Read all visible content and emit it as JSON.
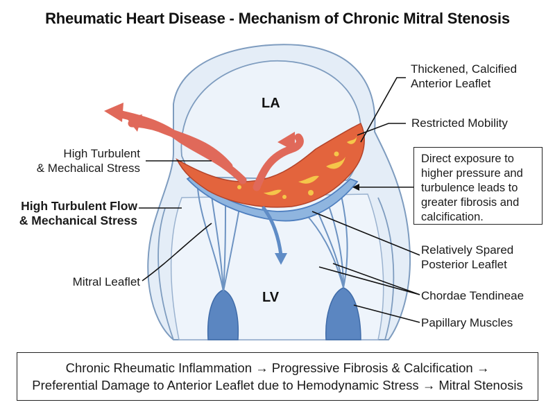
{
  "title": "Rheumatic Heart Disease - Mechanism of Chronic Mitral Stenosis",
  "chambers": {
    "la": "LA",
    "lv": "LV"
  },
  "labels": {
    "high_turbulent_stress": "High Turbulent\n& Mechalical Stress",
    "high_turbulent_flow": "High Turbulent Flow\n& Mechanical Stress",
    "mitral_leaflet": "Mitral Leaflet",
    "thickened_anterior": "Thickened, Calcified\nAnterior Leaflet",
    "restricted_mobility": "Restricted Mobility",
    "spared_posterior": "Relatively Spared\nPosterior Leaflet",
    "chordae": "Chordae Tendineae",
    "papillary": "Papillary Muscles"
  },
  "info_box": "Direct exposure to\nhigher pressure and\nturbulence leads to\ngreater fibrosis and\ncalcification.",
  "summary_box": "Chronic Rheumatic Inflammation → Progressive Fibrosis & Calcification →\nPreferential Damage to Anterior Leaflet due to Hemodynamic Stress → Mitral Stenosis",
  "colors": {
    "heart_wall": "#dfe9f4",
    "heart_outline": "#6f8fb3",
    "flow_arrow": "#e26a5a",
    "inflamed_leaflet": "#e0633c",
    "calcification": "#f6c347",
    "posterior_leaflet": "#7aa7d8",
    "chordae": "#6d93c2",
    "papillary": "#4f7fbf"
  }
}
